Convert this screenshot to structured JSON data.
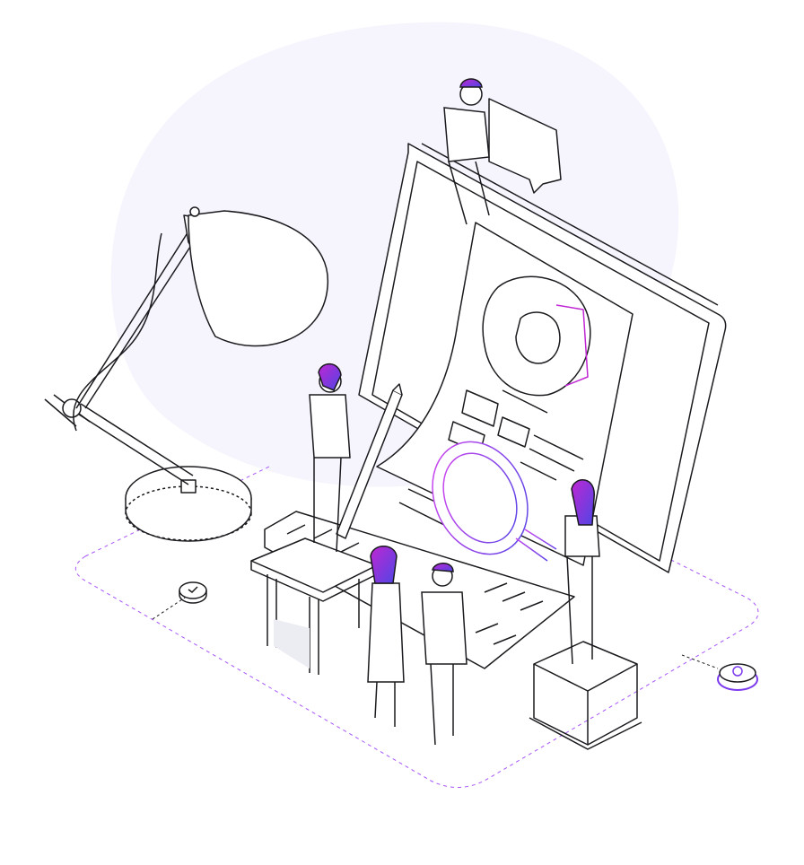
{
  "illustration": {
    "subject": "",
    "colors": {
      "background": "#ffffff",
      "blob": "#f6f5fd",
      "ink": "#1b1b1f",
      "magenta": "#c026d3",
      "violet": "#7c3aed",
      "blue": "#4f46e5",
      "shadow": "#ececf3"
    },
    "icons": [
      "desk-lamp",
      "monitor",
      "donut-chart",
      "magnifying-glass",
      "speech-bubble",
      "pencil",
      "keyboard",
      "table",
      "box",
      "at-sign-badge",
      "checkmark-badge"
    ]
  }
}
